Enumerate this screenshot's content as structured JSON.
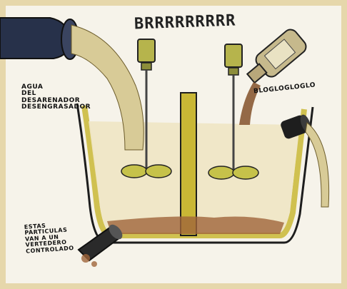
{
  "sound_text": "BRRRRRRRRR",
  "water_label": [
    "AGUA",
    "DEL",
    "DESARENADOR",
    "DESENGRASADOR"
  ],
  "pour_text": "BLOGLOGLOGLO",
  "particles_label": [
    "ESTAS",
    "PARTICULAS",
    "VAN A UN",
    "VERTEDERO",
    "CONTROLADO"
  ]
}
